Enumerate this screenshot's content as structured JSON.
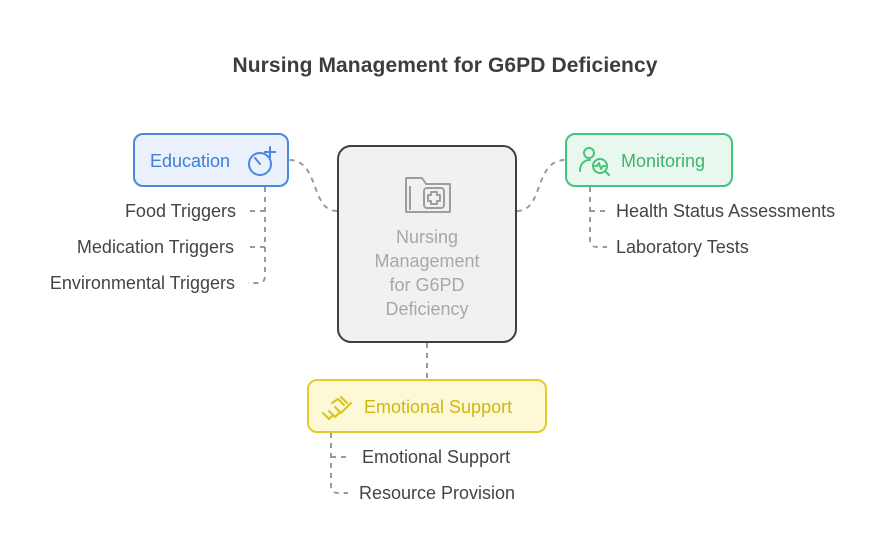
{
  "title": "Nursing Management for G6PD Deficiency",
  "center": {
    "lines": [
      "Nursing",
      "Management",
      "for G6PD",
      "Deficiency"
    ],
    "icon": "folder-medical-icon"
  },
  "education": {
    "label": "Education",
    "icon": "stopwatch-plus-icon",
    "items": [
      "Food Triggers",
      "Medication Triggers",
      "Environmental Triggers"
    ]
  },
  "monitoring": {
    "label": "Monitoring",
    "icon": "user-search-icon",
    "items": [
      "Health Status Assessments",
      "Laboratory Tests"
    ]
  },
  "emotional_support": {
    "label": "Emotional Support",
    "icon": "handshake-icon",
    "items": [
      "Emotional Support",
      "Resource Provision"
    ]
  },
  "colors": {
    "education": "#4a88dc",
    "monitoring": "#45c47b",
    "emotional_support": "#e0cc2a",
    "center_border": "#3f3f3f",
    "connector": "#9a9a9a"
  }
}
